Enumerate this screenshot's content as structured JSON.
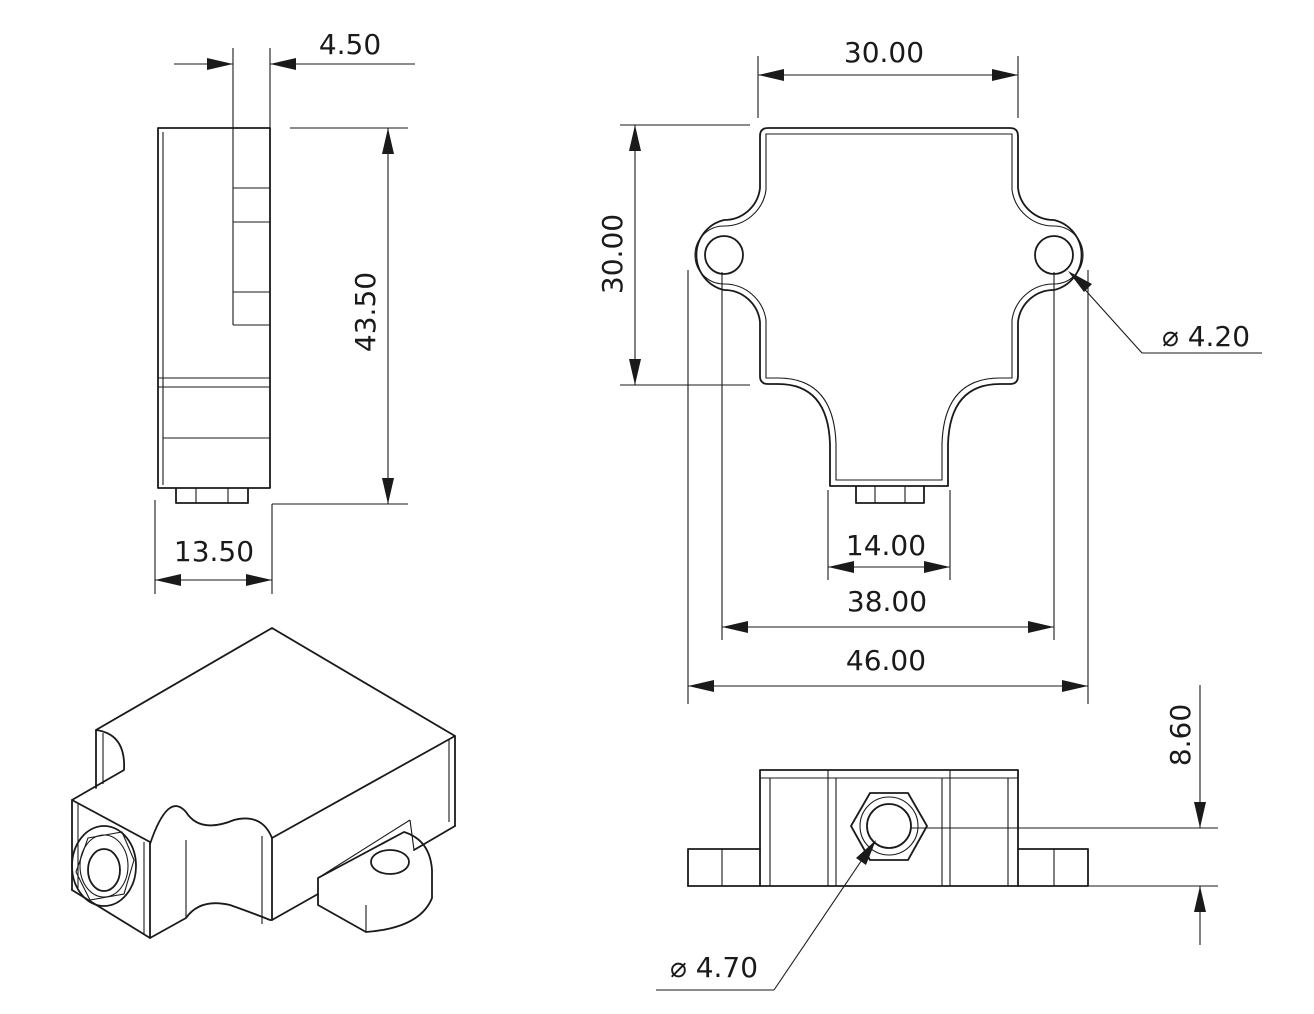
{
  "dimensions": {
    "side_width": "4.50",
    "side_height": "43.50",
    "side_depth": "13.50",
    "top_width": "30.00",
    "top_height": "30.00",
    "hole_diameter": "⌀ 4.20",
    "neck_width": "14.00",
    "hole_spacing": "38.00",
    "overall_width": "46.00",
    "front_height": "8.60",
    "port_diameter": "⌀ 4.70"
  }
}
